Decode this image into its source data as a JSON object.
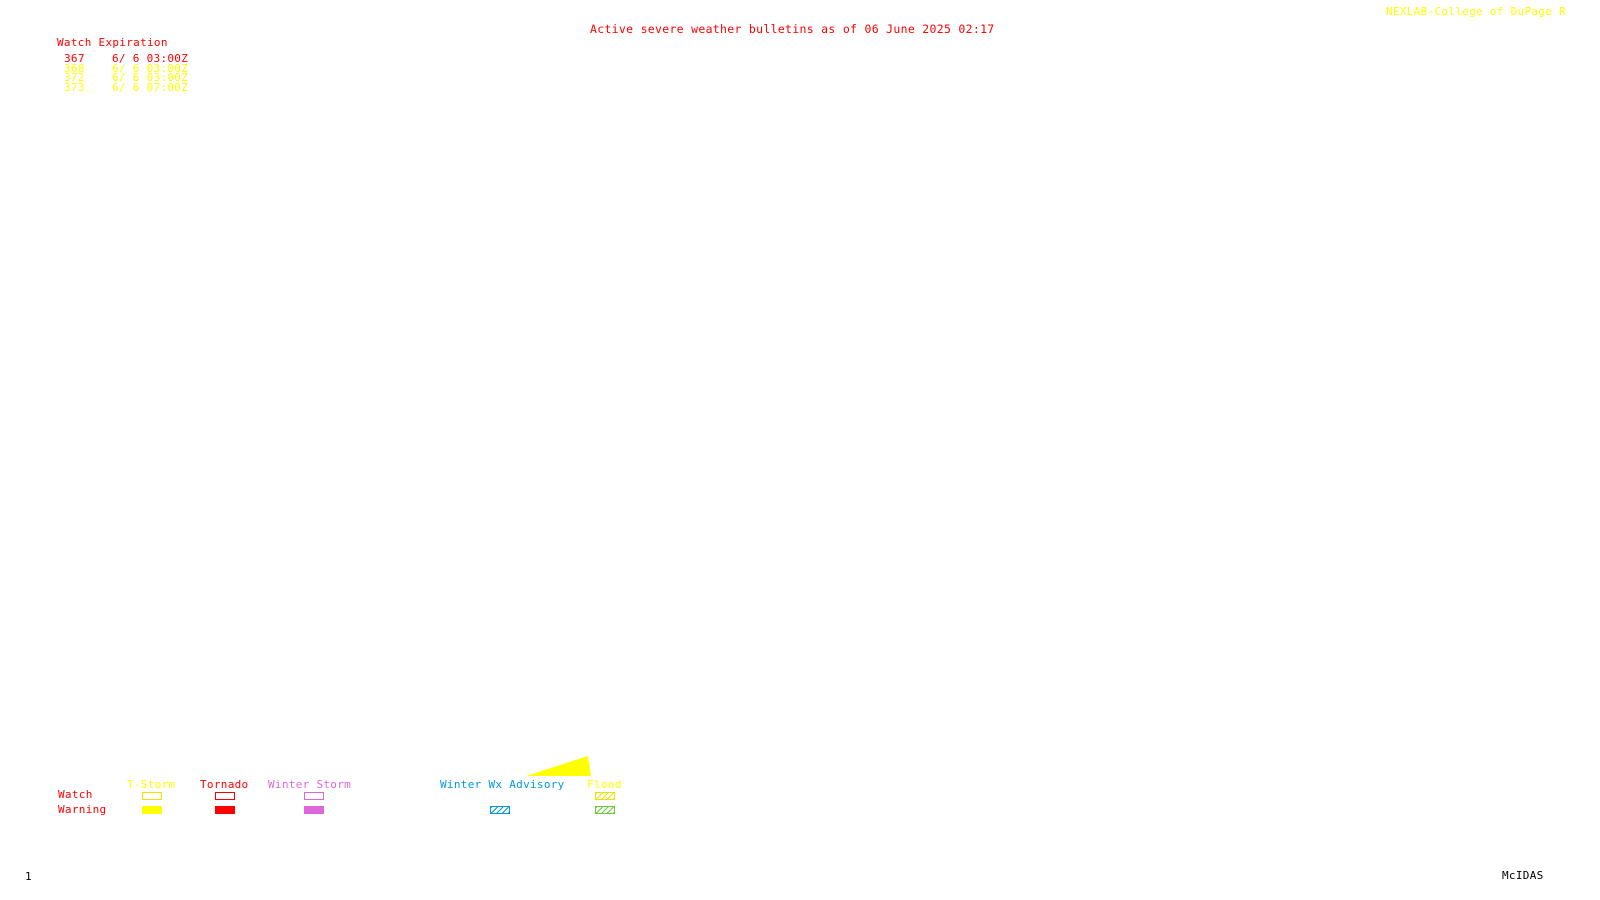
{
  "header": {
    "credit": "NEXLAB-College of DuPage R",
    "bulletin_title": "Active severe weather bulletins as of 06 June 2025 02:17"
  },
  "watch_table": {
    "header": "Watch Expiration",
    "rows": [
      {
        "id": "367",
        "expiration": "6/ 6 03:00Z",
        "color": "#ff0000"
      },
      {
        "id": "368",
        "expiration": "6/ 6 03:00Z",
        "color": "#ffff00"
      },
      {
        "id": "372",
        "expiration": "6/ 6 03:00Z",
        "color": "#ffff00"
      },
      {
        "id": "373",
        "expiration": "6/ 6 07:00Z",
        "color": "#ffff00"
      }
    ]
  },
  "legend": {
    "row_labels": {
      "watch": "Watch",
      "warning": "Warning"
    },
    "columns": {
      "tstorm": {
        "label": "T-Storm",
        "color": "#ffff00"
      },
      "tornado": {
        "label": "Tornado",
        "color": "#ff0000"
      },
      "winter_storm": {
        "label": "Winter Storm",
        "color": "#dd66dd"
      },
      "winter_wx_advisory": {
        "label": "Winter Wx Advisory",
        "color": "#0099dd"
      },
      "flood": {
        "label": "Flood",
        "color": "#ffff00"
      }
    }
  },
  "footer": {
    "frame_number": "1",
    "software": "McIDAS"
  }
}
